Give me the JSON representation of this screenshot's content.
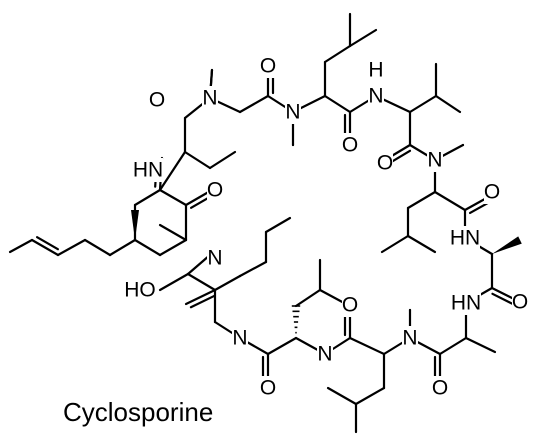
{
  "compound": {
    "name": "Cyclosporine"
  },
  "atom_labels": {
    "o_dimethylamide_left": "O",
    "n_sarcosine": "N",
    "o_sarcosine": "O",
    "n_mele_top": "N",
    "o_mele_top": "O",
    "h_valine_nh": "H",
    "n_valine": "N",
    "o_valine": "O",
    "n_mele_right": "N",
    "o_mele_right": "O",
    "hn_alanine": "HN",
    "o_alanine": "O",
    "hn_d_alanine": "HN",
    "n_mele_bottom_right": "N",
    "o_mele_bottom_right": "O",
    "n_mele_bottom": "N",
    "o_mele_bottom": "O",
    "n_mele_bottom_left": "N",
    "o_abu": "O",
    "n_mebmt": "N",
    "o_mebmt": "O",
    "hn_abu": "HN",
    "ho_mebmt": "HO"
  }
}
